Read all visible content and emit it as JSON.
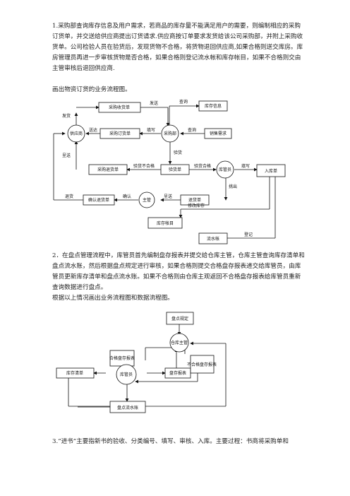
{
  "section1": {
    "paragraph": "1.采购部查询库存信息及用户需求，若商品的库存量不能满足用户的需要，则编制相应的采购订货单，并交送给供应商提出订货请求.供应商按订单要求发货给该公司采购部，并附上采购收货单。公司检验人员在验货后，发现货物不合格，将货物退回供应商,如果合格则送交库房。库房管理员再进一步审核货物是否合格，如果合格则登记流水帐和库存帐目，如果不合格则交由主管审核后退回供应商.",
    "instruction": "画出物资订货的业务流程图。"
  },
  "diagram1": {
    "nodes": {
      "supplier": "供应商",
      "purchasing": "采购部",
      "manager": "主管",
      "keeper": "库管员",
      "receipt": "采购收货单",
      "order": "采购订货单",
      "stock_info": "库存信息",
      "sales_demand": "销售需求",
      "return_note": "采购退货单",
      "inspection": "验货单",
      "confirm_return": "确认退货单",
      "return_slip": "退货单",
      "inbound": "入库单",
      "ledger": "库存帐目",
      "journal": "流水帐"
    },
    "edge_labels": {
      "ship_v": "发货",
      "send_top": "发送",
      "query_top": "查询",
      "deliver": "送达",
      "fill": "填写",
      "query_mid": "查询",
      "inspect_v": "验货",
      "submit_v": "呈送",
      "unqualified": "验货不合格",
      "qualified": "验货合格",
      "fill_right": "填写",
      "pick_v": "挑出",
      "return": "退货",
      "confirm": "确认",
      "submit": "呈送",
      "modify": "修改库存",
      "register": "登记"
    }
  },
  "section2": {
    "paragraph": "2．在盘点管理流程中，库管员首先编制盘存报表并提交给仓库主管，仓库主管查询库存清单和盘点流水账，然后根据盘点规定进行审核，如果合格则提交合格盘存报表递交给库管员，由库管员更新库存清单和盘点流水账。如果不合格则由仓库主观返回不合格盘存报表给库管员重新查询数据进行盘点。",
    "instruction": "根据以上情况画出业务流程图和数据流程图。"
  },
  "diagram2": {
    "rules": "盘点规定",
    "warehouse_manager": "仓库主管",
    "qualified_report": "合格盘存报表",
    "inventory_list": "库存清单",
    "keeper": "库管员",
    "report": "盘存报表",
    "unqualified_report": "不合格盘存报表",
    "journal": "盘点流水账"
  },
  "section3": {
    "paragraph": "3.“进书”主要指新书的验收、分类编号、填写、审核、入库。主要过程：书商将采购单和"
  }
}
